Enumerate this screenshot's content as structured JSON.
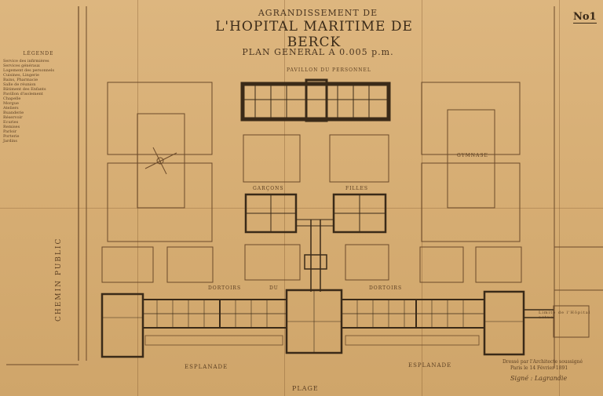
{
  "title": {
    "line1": "AGRANDISSEMENT DE",
    "line2": "L'HOPITAL MARITIME DE BERCK",
    "line3": "PLAN GENERAL A 0.005 p.m."
  },
  "sheet_number": "No1",
  "legend": {
    "heading": "LÉGENDE",
    "lines": [
      "Service des infirmières",
      "Services généraux",
      "Logement des personnels",
      "Cuisines, Lingerie",
      "Bains, Pharmacie",
      "Salle de réunion",
      "Bâtiment des Enfants",
      "Pavillon d'isolement",
      "Chapelle",
      "Morgue",
      "Ateliers",
      "Buanderie",
      "Réservoir",
      "Ecuries",
      "Remises",
      "Parloir",
      "Porterie",
      "Jardins"
    ]
  },
  "labels": {
    "pavillon": "PAVILLON DU PERSONNEL",
    "garcons": "GARÇONS",
    "filles": "FILLES",
    "gymnase": "GYMNASE",
    "dortoir_left": "DORTOIRS",
    "dortoir_mid": "DU",
    "dortoir_right": "DORTOIRS",
    "esplanade_left": "ESPLANADE",
    "esplanade_right": "ESPLANADE",
    "plage": "PLAGE",
    "chemin": "CHEMIN PUBLIC",
    "annex_note": "Limite de l'Hôpital actuel"
  },
  "signature": {
    "note_line1": "Dressé par l'Architecte soussigné",
    "note_line2": "Paris le 14 Février 1891",
    "name": "Signé : Lagrandie"
  }
}
